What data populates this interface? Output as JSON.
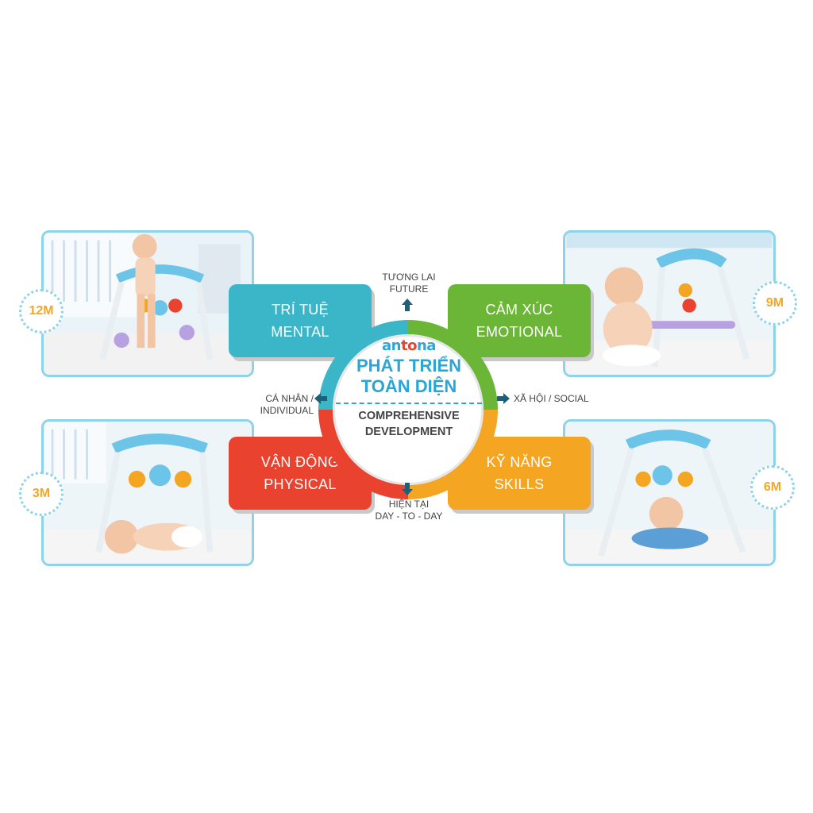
{
  "brand": {
    "logo_text_a": "an",
    "logo_text_o": "to",
    "logo_text_b": "na"
  },
  "center": {
    "title_vi_line1": "PHÁT TRIỂN",
    "title_vi_line2": "TOÀN DIỆN",
    "title_en_line1": "COMPREHENSIVE",
    "title_en_line2": "DEVELOPMENT"
  },
  "directions": {
    "up_line1": "TƯƠNG LAI",
    "up_line2": "FUTURE",
    "down_line1": "HIỆN TẠI",
    "down_line2": "DAY - TO - DAY",
    "left": "CÁ NHÂN / INDIVIDUAL",
    "right": "XÃ HỘI  / SOCIAL"
  },
  "cards": {
    "mental": {
      "vi": "TRÍ TUỆ",
      "en": "MENTAL",
      "color": "#3ab6c8"
    },
    "emotional": {
      "vi": "CẢM XÚC",
      "en": "EMOTIONAL",
      "color": "#6bb537"
    },
    "physical": {
      "vi": "VẬN ĐỘNG",
      "en": "PHYSICAL",
      "color": "#e9432f"
    },
    "skills": {
      "vi": "KỸ NĂNG",
      "en": "SKILLS",
      "color": "#f4a522"
    }
  },
  "badges": {
    "tl": "12M",
    "tr": "9M",
    "bl": "3M",
    "br": "6M"
  },
  "colors": {
    "frame": "#8fd3ea",
    "badge_text": "#f6a623",
    "arrow": "#1f5f78"
  }
}
